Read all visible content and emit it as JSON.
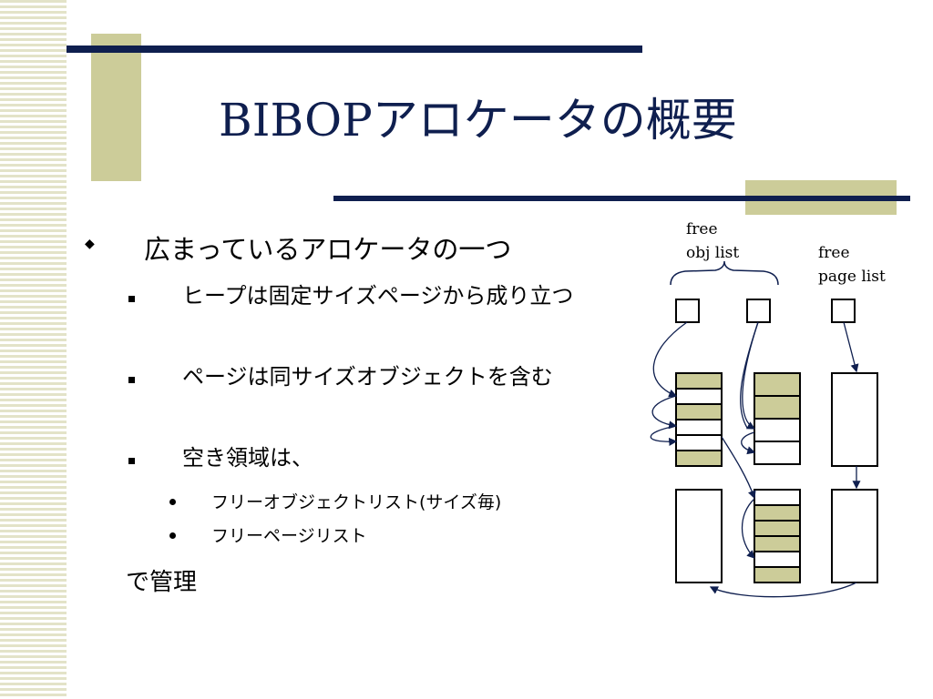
{
  "slide": {
    "title": "BIBOPアロケータの概要",
    "bullets": {
      "b1": "広まっているアロケータの一つ",
      "b1_1": "ヒープは固定サイズページから成り立つ",
      "b1_2": "ページは同サイズオブジェクトを含む",
      "b1_3": "空き領域は、",
      "b1_3_1": "フリーオブジェクトリスト(サイズ毎)",
      "b1_3_2": "フリーページリスト",
      "closing": "で管理"
    }
  },
  "diagram": {
    "label_free_obj_1": "free",
    "label_free_obj_2": "obj list",
    "label_free_page_1": "free",
    "label_free_page_2": "page list",
    "colors": {
      "used": "#cccc99",
      "free": "#ffffff",
      "accent": "#0f1f4f"
    }
  }
}
